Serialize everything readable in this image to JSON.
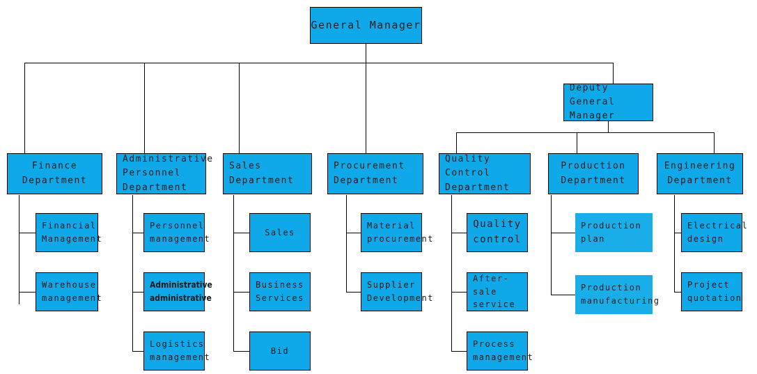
{
  "diagram": {
    "title": "Organizational Structure Chart",
    "colors": {
      "box_fill": "#0fa8e8",
      "box_fill_alt": "#1aaee9",
      "border": "#000000",
      "text": "#1a1a1a",
      "background": "#ffffff"
    }
  },
  "root": {
    "label": "General Manager"
  },
  "deputy": {
    "label": "Deputy General\nManager"
  },
  "departments": [
    {
      "label": "Finance\nDepartment",
      "children": [
        {
          "label": "Financial\nManagement"
        },
        {
          "label": "Warehouse\nmanagement"
        }
      ]
    },
    {
      "label": "Administrative\nPersonnel\nDepartment",
      "children": [
        {
          "label": "Personnel\nmanagement"
        },
        {
          "label": "Administrative\nadministrative"
        },
        {
          "label": "Logistics\nmanagement"
        }
      ]
    },
    {
      "label": "Sales\nDepartment",
      "children": [
        {
          "label": "Sales"
        },
        {
          "label": "Business\nServices"
        },
        {
          "label": "Bid"
        }
      ]
    },
    {
      "label": "Procurement\nDepartment",
      "children": [
        {
          "label": "Material\nprocurement"
        },
        {
          "label": "Supplier\nDevelopment"
        }
      ]
    },
    {
      "label": "Quality Control\nDepartment",
      "children": [
        {
          "label": "Quality\ncontrol"
        },
        {
          "label": "After-sale\nservice"
        },
        {
          "label": "Process\nmanagement"
        }
      ]
    },
    {
      "label": "Production\nDepartment",
      "children": [
        {
          "label": "Production\nplan"
        },
        {
          "label": "Production\nmanufacturing"
        }
      ]
    },
    {
      "label": "Engineering\nDepartment",
      "children": [
        {
          "label": "Electrical\ndesign"
        },
        {
          "label": "Project\nquotation"
        }
      ]
    }
  ]
}
